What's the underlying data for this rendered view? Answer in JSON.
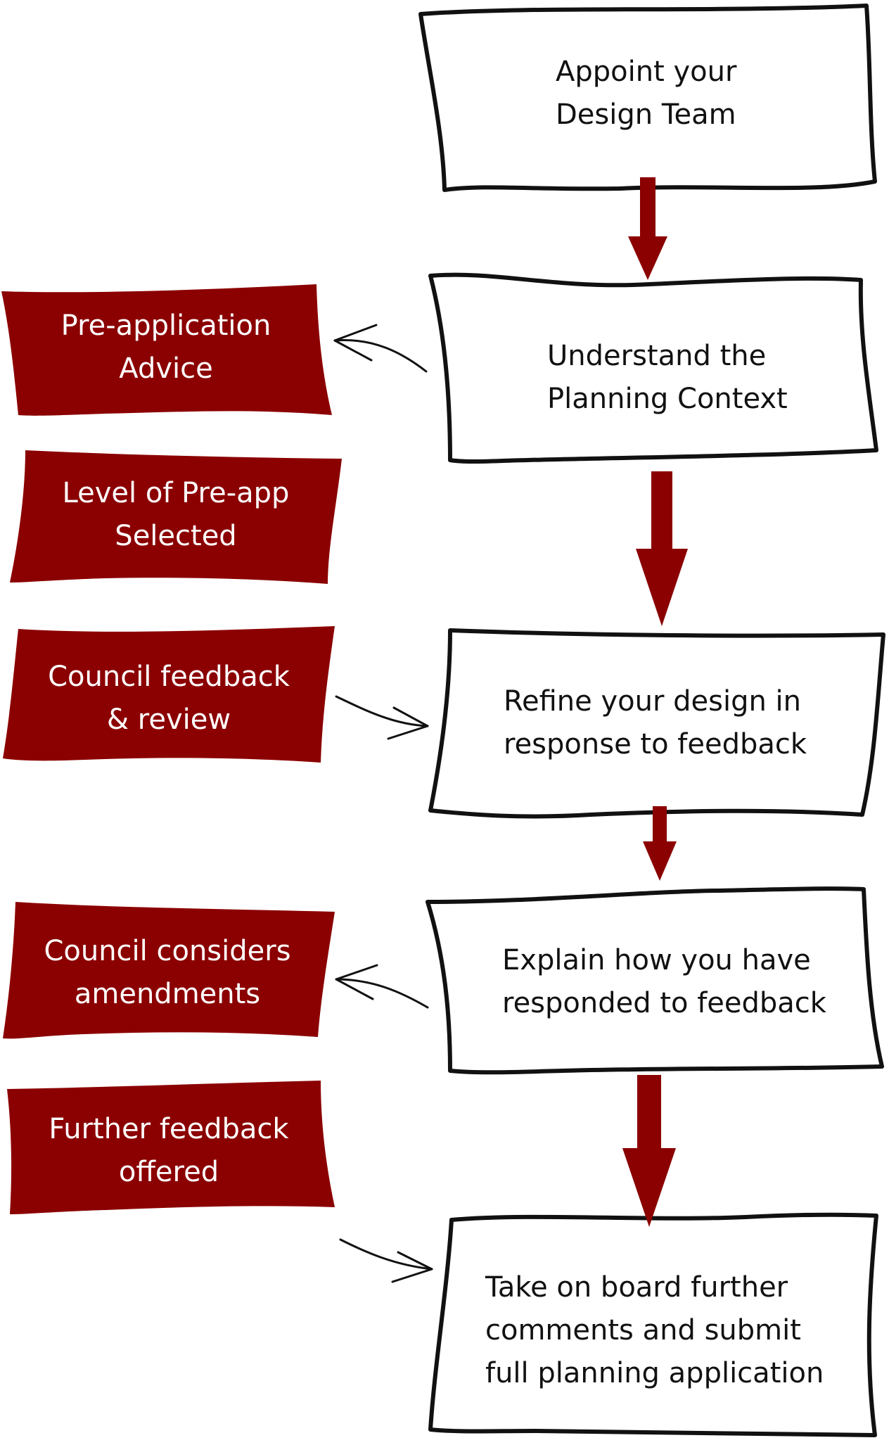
{
  "colors": {
    "accent": "#8b0000",
    "outline": "#111111",
    "box_fill": "#ffffff",
    "red_box_text": "#ffffff",
    "white_box_text": "#111111"
  },
  "main_steps": [
    {
      "lines": [
        "Appoint your",
        "Design Team"
      ]
    },
    {
      "lines": [
        "Understand the",
        "Planning Context"
      ]
    },
    {
      "lines": [
        "Refine your design in",
        "response to feedback"
      ]
    },
    {
      "lines": [
        "Explain how you have",
        "responded to feedback"
      ]
    },
    {
      "lines": [
        "Take on board further",
        "comments and submit",
        "full planning application"
      ]
    }
  ],
  "council_steps": [
    {
      "lines": [
        "Pre-application",
        "Advice"
      ]
    },
    {
      "lines": [
        "Level of Pre-app",
        "Selected"
      ]
    },
    {
      "lines": [
        "Council feedback",
        "& review"
      ]
    },
    {
      "lines": [
        "Council considers",
        "amendments"
      ]
    },
    {
      "lines": [
        "Further feedback",
        "offered"
      ]
    }
  ]
}
